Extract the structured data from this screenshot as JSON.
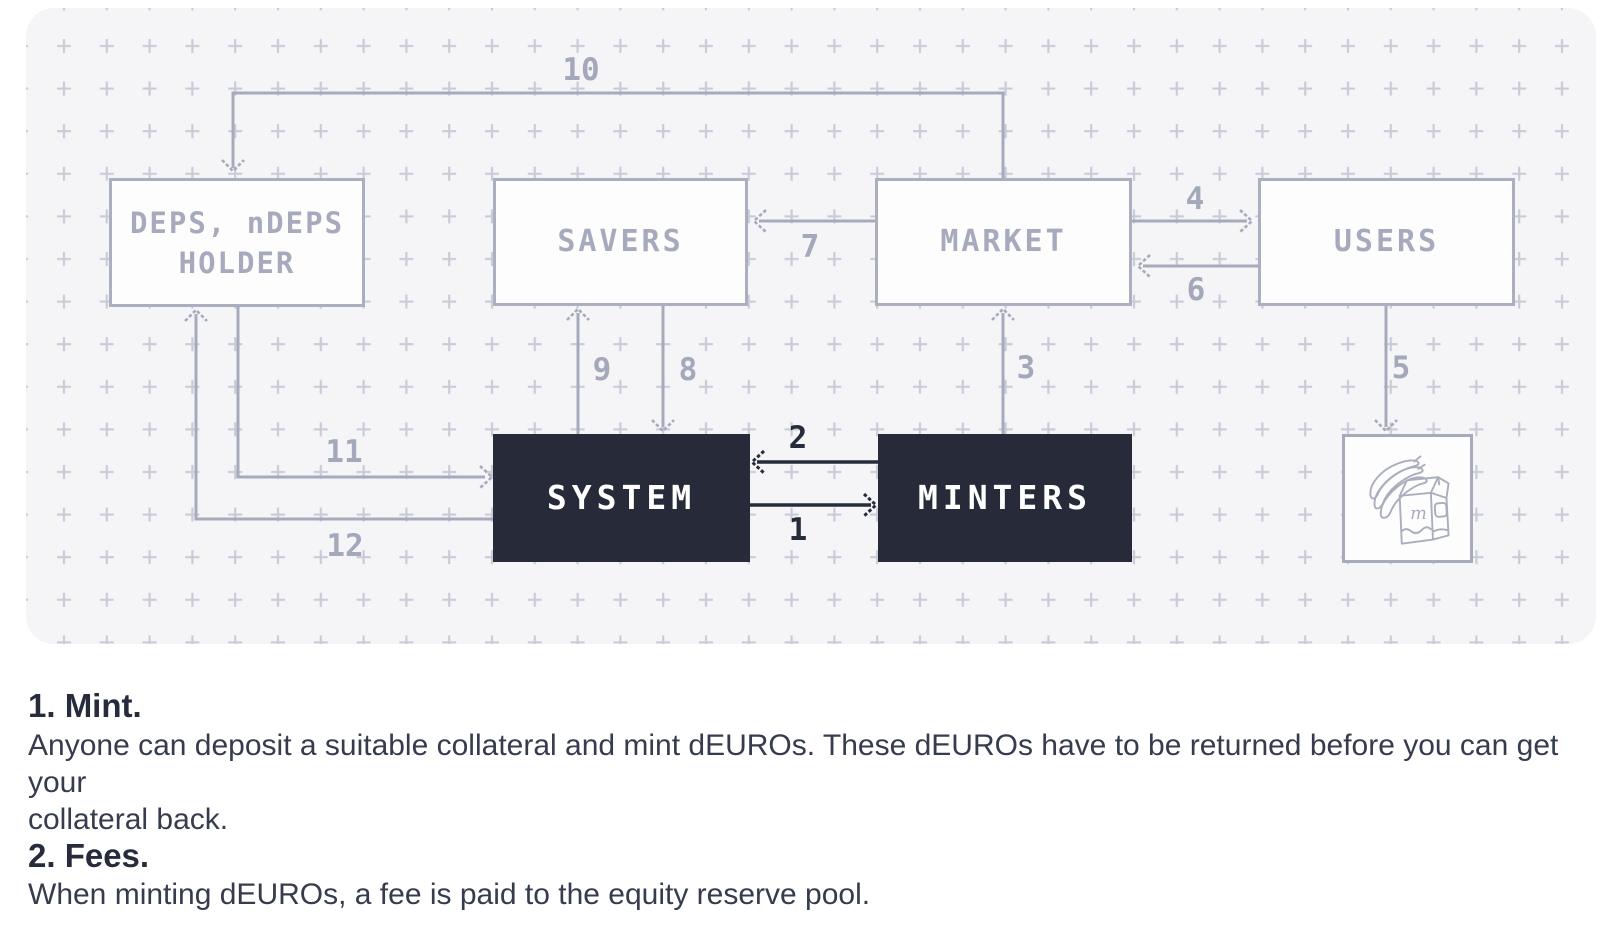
{
  "colors": {
    "panel_bg": "#f5f5f8",
    "grid_plus": "#c9cbd7",
    "light_line": "#a6aabc",
    "light_box_border": "#abafbf",
    "dark_box_bg": "#272b39",
    "dark_line": "#272c3b",
    "heading_text": "#262c3c",
    "body_text": "#363c4d"
  },
  "diagram": {
    "nodes": {
      "deps_holder": {
        "line1": "DEPS, nDEPS",
        "line2": "HOLDER"
      },
      "savers": "SAVERS",
      "market": "MARKET",
      "users": "USERS",
      "system": "SYSTEM",
      "minters": "MINTERS"
    },
    "flow_labels": {
      "1": "1",
      "2": "2",
      "3": "3",
      "4": "4",
      "5": "5",
      "6": "6",
      "7": "7",
      "8": "8",
      "9": "9",
      "10": "10",
      "11": "11",
      "12": "12"
    },
    "icons": {
      "groceries": "bananas-and-milk-carton",
      "milk_letter": "m"
    }
  },
  "sections": [
    {
      "heading": "1. Mint.",
      "body_lines": [
        "Anyone can deposit a suitable collateral and mint dEUROs. These dEUROs have to be returned before you can get your",
        "collateral back."
      ]
    },
    {
      "heading": "2. Fees.",
      "body_lines": [
        "When minting dEUROs, a fee is paid to the equity reserve pool."
      ]
    }
  ]
}
